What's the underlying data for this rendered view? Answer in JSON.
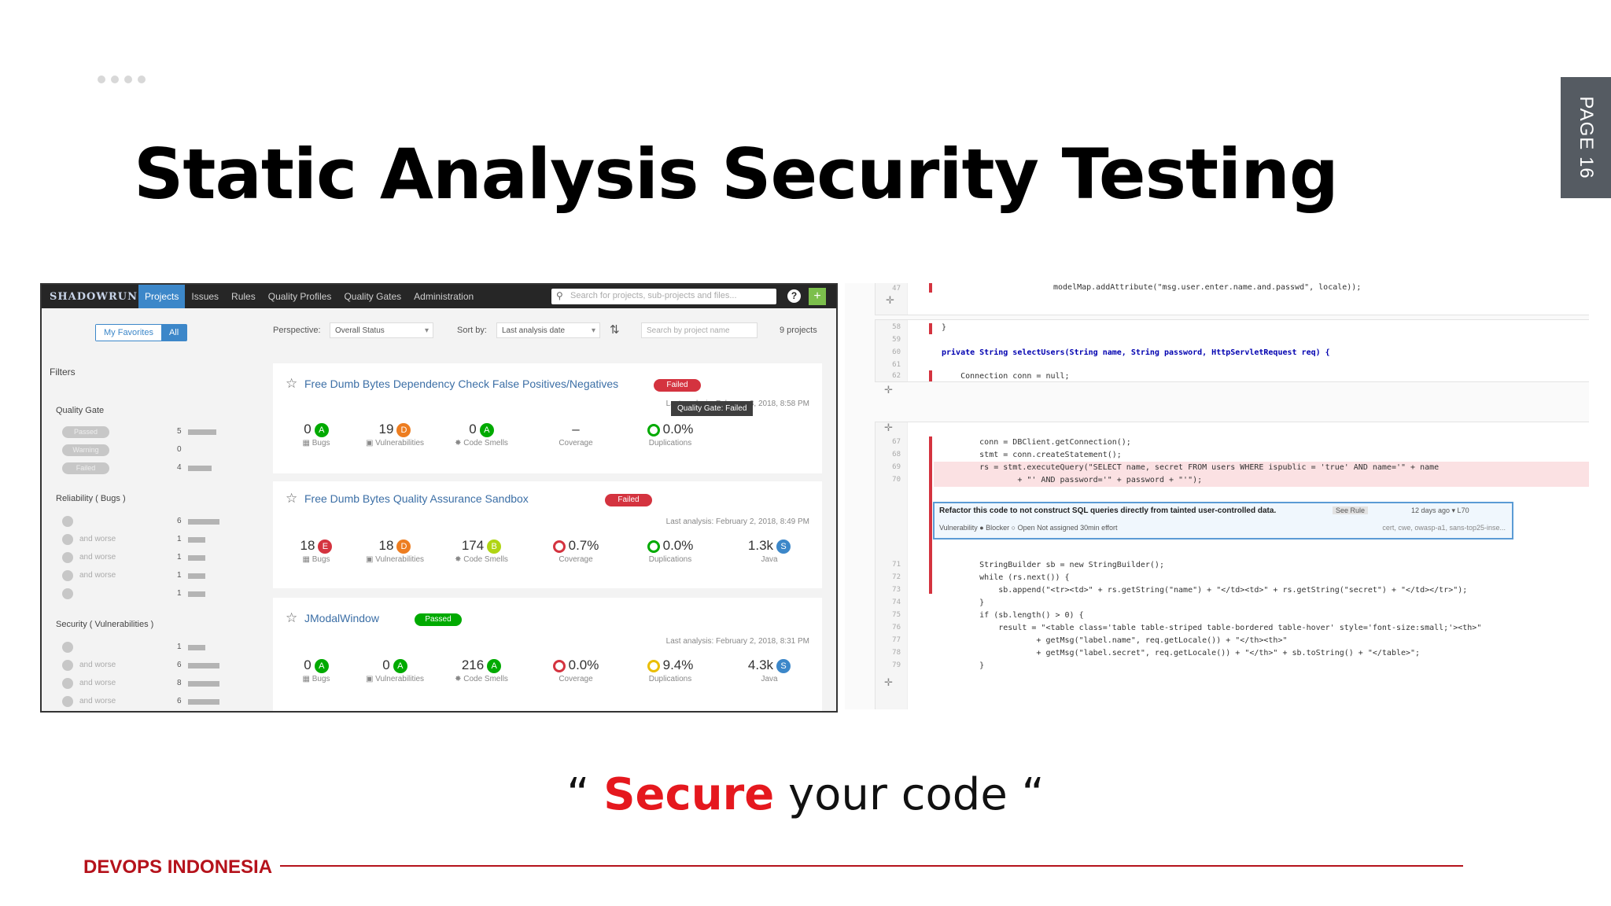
{
  "slide": {
    "title": "Static Analysis Security Testing",
    "page_label": "PAGE 16",
    "quote_open": "“ ",
    "quote_accent": "Secure",
    "quote_rest": " your code “",
    "footer_brand": "DEVOPS INDONESIA",
    "colors": {
      "accent_red": "#e5181e",
      "footer_red": "#b5121b",
      "tab_gray": "#555b62"
    }
  },
  "dashboard": {
    "logo": "SHADOWRUN",
    "nav": [
      "Projects",
      "Issues",
      "Rules",
      "Quality Profiles",
      "Quality Gates",
      "Administration"
    ],
    "search_placeholder": "Search for projects, sub-projects and files...",
    "help_icon": "?",
    "add_icon": "+",
    "fav_toggle": [
      "My Favorites",
      "All"
    ],
    "filters_label": "Filters",
    "quality_gate_label": "Quality Gate",
    "quality_gate_options": [
      {
        "label": "Passed",
        "count": "5"
      },
      {
        "label": "Warning",
        "count": "0"
      },
      {
        "label": "Failed",
        "count": "4"
      }
    ],
    "reliability_label": "Reliability ( Bugs )",
    "reliability_options": [
      {
        "label": "",
        "count": "6"
      },
      {
        "label": "and worse",
        "count": "1"
      },
      {
        "label": "and worse",
        "count": "1"
      },
      {
        "label": "and worse",
        "count": "1"
      },
      {
        "label": "",
        "count": "1"
      }
    ],
    "security_label": "Security ( Vulnerabilities )",
    "security_options": [
      {
        "label": "",
        "count": "1"
      },
      {
        "label": "and worse",
        "count": "6"
      },
      {
        "label": "and worse",
        "count": "8"
      },
      {
        "label": "and worse",
        "count": "6"
      }
    ],
    "perspective_label": "Perspective:",
    "perspective_value": "Overall Status",
    "sort_label": "Sort by:",
    "sort_value": "Last analysis date",
    "project_search_placeholder": "Search by project name",
    "project_count": "9 projects",
    "tooltip": "Quality Gate: Failed",
    "projects": [
      {
        "name": "Free Dumb Bytes Dependency Check False Positives/Negatives",
        "status": "Failed",
        "last_analysis": "Last analysis: February 3, 2018, 8:58 PM",
        "bugs": "0",
        "bugs_rating": "A",
        "vulns": "19",
        "vulns_rating": "D",
        "smells": "0",
        "smells_rating": "A",
        "coverage": "–",
        "dup": "0.0%",
        "size": "",
        "lang": ""
      },
      {
        "name": "Free Dumb Bytes Quality Assurance Sandbox",
        "status": "Failed",
        "last_analysis": "Last analysis: February 2, 2018, 8:49 PM",
        "bugs": "18",
        "bugs_rating": "E",
        "vulns": "18",
        "vulns_rating": "D",
        "smells": "174",
        "smells_rating": "B",
        "coverage": "0.7%",
        "dup": "0.0%",
        "size": "1.3k",
        "lang": "Java"
      },
      {
        "name": "JModalWindow",
        "status": "Passed",
        "last_analysis": "Last analysis: February 2, 2018, 8:31 PM",
        "bugs": "0",
        "bugs_rating": "A",
        "vulns": "0",
        "vulns_rating": "A",
        "smells": "216",
        "smells_rating": "A",
        "coverage": "0.0%",
        "dup": "9.4%",
        "size": "4.3k",
        "lang": "Java"
      }
    ],
    "metric_labels": {
      "bugs": "Bugs",
      "vulns": "Vulnerabilities",
      "smells": "Code Smells",
      "coverage": "Coverage",
      "dup": "Duplications"
    }
  },
  "code_view": {
    "block1": {
      "lines": [
        "47"
      ],
      "code": [
        "modelMap.addAttribute(\"msg.user.enter.name.and.passwd\", locale));"
      ]
    },
    "block2": {
      "lines": [
        "58",
        "59",
        "60",
        "61",
        "62"
      ],
      "code": [
        "}",
        "",
        "private String selectUsers(String name, String password, HttpServletRequest req) {",
        "",
        "    Connection conn = null;"
      ]
    },
    "block3": {
      "lines": [
        "67",
        "68",
        "69",
        "70"
      ],
      "code": [
        "        conn = DBClient.getConnection();",
        "        stmt = conn.createStatement();",
        "        rs = stmt.executeQuery(\"SELECT name, secret FROM users WHERE ispublic = 'true' AND name='\" + name",
        "                + \"' AND password='\" + password + \"'\");"
      ]
    },
    "issue": {
      "message": "Refactor this code to not construct SQL queries directly from tainted user-controlled data.",
      "rule": "See Rule",
      "ago": "12 days ago ▾  L70",
      "meta": "Vulnerability   ● Blocker   ○ Open  Not assigned  30min effort",
      "tags": "cert, cwe, owasp-a1, sans-top25-inse..."
    },
    "block4": {
      "lines": [
        "71",
        "72",
        "73",
        "74",
        "75",
        "76",
        "77",
        "78",
        "79"
      ],
      "code": [
        "        StringBuilder sb = new StringBuilder();",
        "        while (rs.next()) {",
        "            sb.append(\"<tr><td>\" + rs.getString(\"name\") + \"</td><td>\" + rs.getString(\"secret\") + \"</td></tr>\");",
        "        }",
        "        if (sb.length() > 0) {",
        "            result = \"<table class='table table-striped table-bordered table-hover' style='font-size:small;'><th>\"",
        "                    + getMsg(\"label.name\", req.getLocale()) + \"</th><th>\"",
        "                    + getMsg(\"label.secret\", req.getLocale()) + \"</th>\" + sb.toString() + \"</table>\";",
        "        }"
      ]
    }
  }
}
